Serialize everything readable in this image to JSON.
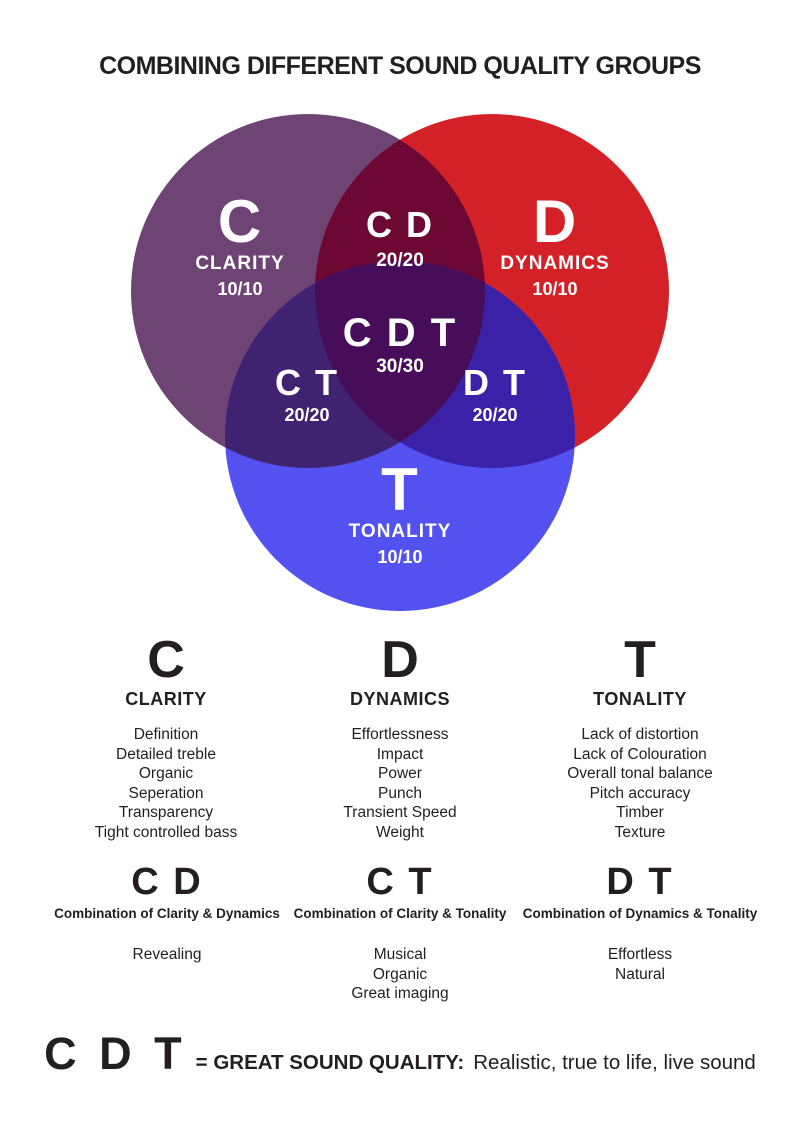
{
  "title": "COMBINING DIFFERENT SOUND QUALITY GROUPS",
  "venn": {
    "colors": {
      "clarity": "#6E4474",
      "dynamics": "#D32127",
      "tonality": "#5351EF",
      "cd_overlap": "#6D0733",
      "ct_overlap": "#3F2370",
      "dt_overlap": "#3B21A7",
      "cdt_overlap": "#480D58"
    },
    "regions": {
      "c": {
        "letter": "C",
        "name": "CLARITY",
        "score": "10/10"
      },
      "d": {
        "letter": "D",
        "name": "DYNAMICS",
        "score": "10/10"
      },
      "t": {
        "letter": "T",
        "name": "TONALITY",
        "score": "10/10"
      },
      "cd": {
        "letter": "C D",
        "score": "20/20"
      },
      "ct": {
        "letter": "C T",
        "score": "20/20"
      },
      "dt": {
        "letter": "D T",
        "score": "20/20"
      },
      "cdt": {
        "letter": "C D T",
        "score": "30/30"
      }
    }
  },
  "groups": [
    {
      "letter": "C",
      "name": "CLARITY",
      "items": [
        "Definition",
        "Detailed treble",
        "Organic",
        "Seperation",
        "Transparency",
        "Tight controlled bass"
      ]
    },
    {
      "letter": "D",
      "name": "DYNAMICS",
      "items": [
        "Effortlessness",
        "Impact",
        "Power",
        "Punch",
        "Transient Speed",
        "Weight"
      ]
    },
    {
      "letter": "T",
      "name": "TONALITY",
      "items": [
        "Lack of distortion",
        "Lack of Colouration",
        "Overall tonal balance",
        "Pitch accuracy",
        "Timber",
        "Texture"
      ]
    }
  ],
  "combinations": [
    {
      "letter": "C D",
      "caption": "Combination of Clarity & Dynamics",
      "items": [
        "Revealing"
      ]
    },
    {
      "letter": "C T",
      "caption": "Combination of Clarity & Tonality",
      "items": [
        "Musical",
        "Organic",
        "Great imaging"
      ]
    },
    {
      "letter": "D T",
      "caption": "Combination of Dynamics & Tonality",
      "items": [
        "Effortless",
        "Natural"
      ]
    }
  ],
  "footer": {
    "letter": "C D T",
    "equals": "= GREAT SOUND QUALITY:",
    "text": "Realistic, true to life, live sound"
  }
}
